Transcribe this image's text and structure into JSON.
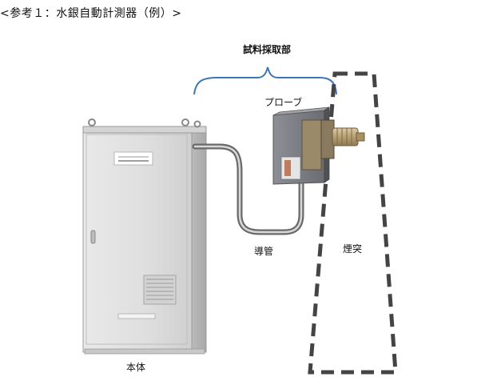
{
  "title": "<参考１：水銀自動計測器（例）>",
  "labels": {
    "sampling_section": "試料採取部",
    "probe": "プローブ",
    "conduit": "導管",
    "stack": "煙突",
    "main_unit": "本体"
  }
}
